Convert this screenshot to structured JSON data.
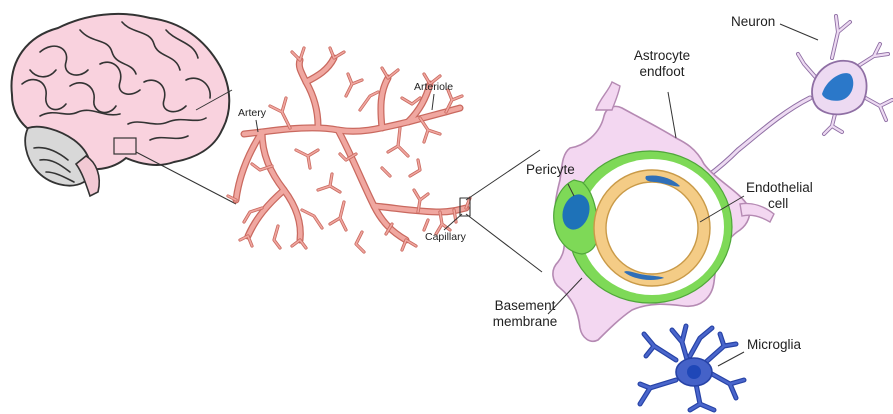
{
  "labels": {
    "artery": "Artery",
    "arteriole": "Arteriole",
    "capillary": "Capillary",
    "neuron": "Neuron",
    "astrocyte_endfoot_line1": "Astrocyte",
    "astrocyte_endfoot_line2": "endfoot",
    "pericyte": "Pericyte",
    "endothelial_cell_line1": "Endothelial",
    "endothelial_cell_line2": "cell",
    "basement_membrane_line1": "Basement",
    "basement_membrane_line2": "membrane",
    "microglia": "Microglia"
  },
  "colors": {
    "brain_fill": "#f9d2de",
    "cerebellum_fill": "#d8d8d8",
    "vessel_fill": "#f0a7a0",
    "vessel_stroke": "#c9695f",
    "astrocyte_fill": "#f3d7f1",
    "astrocyte_stroke": "#b58ab3",
    "basement_membrane": "#7ed957",
    "endothelial_ring": "#f4cc86",
    "pericyte_nucleus": "#1e72b8",
    "neuron_fill": "#eddaf2",
    "neuron_nucleus": "#2b78c9",
    "microglia_fill": "#4562c8",
    "outline": "#333333"
  }
}
